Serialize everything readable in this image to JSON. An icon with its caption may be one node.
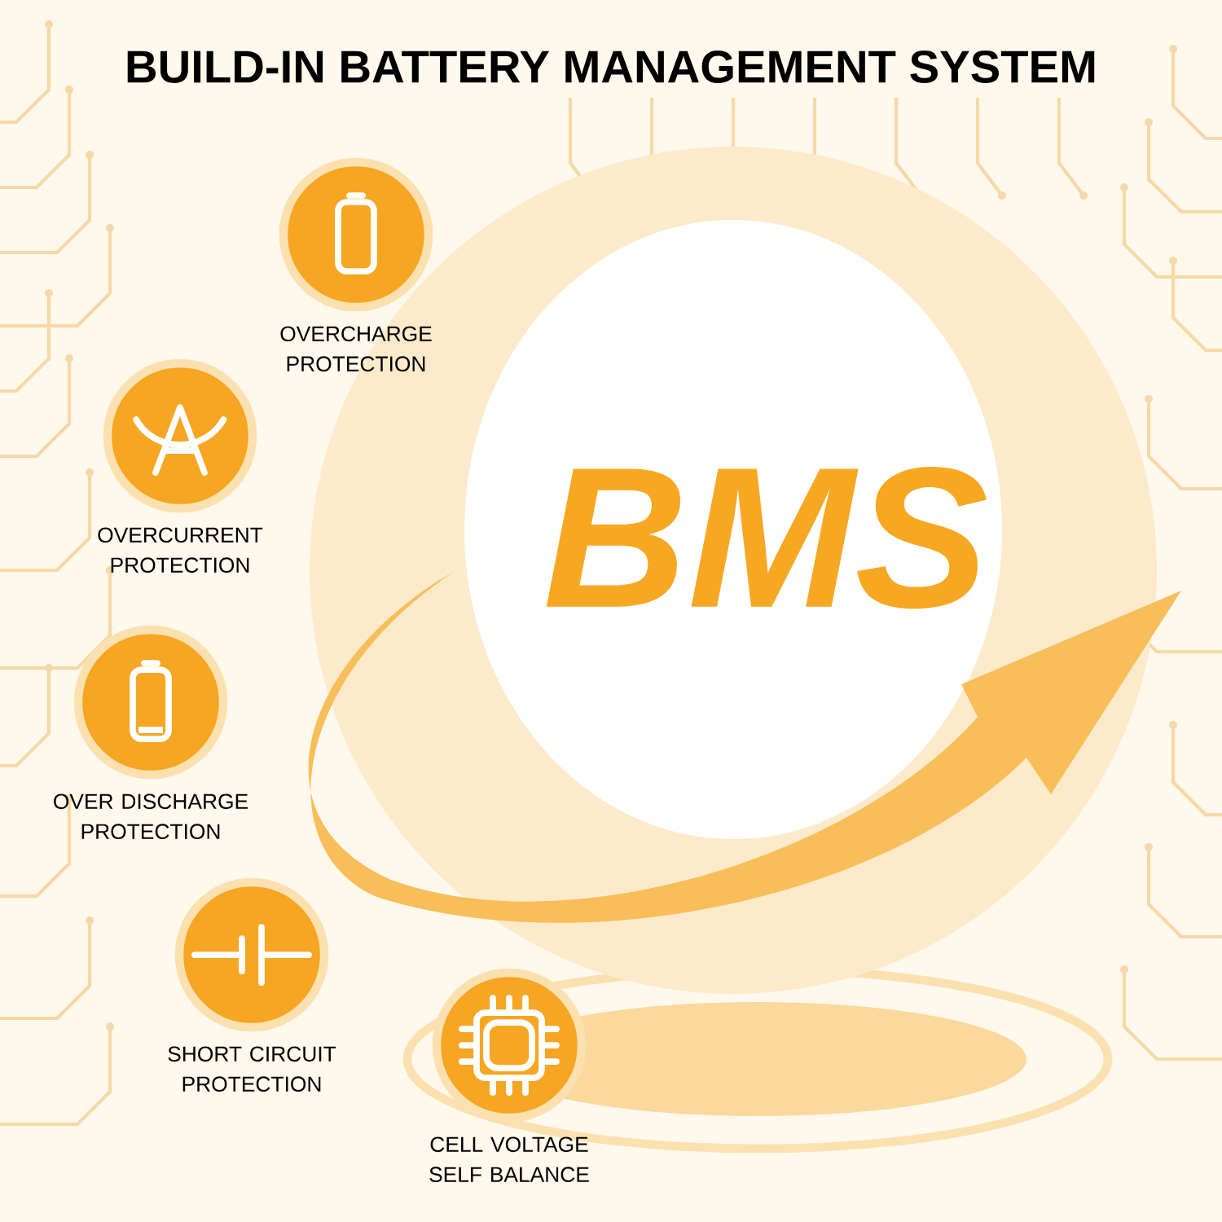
{
  "diagram": {
    "title": "BUILD-IN BATTERY MANAGEMENT SYSTEM",
    "nodes": [
      {
        "text": [
          "OVERCHARGE PROTECTION"
        ]
      },
      {
        "text": [
          "OVERCURRENT PROTECTION"
        ]
      },
      {
        "text": [
          "OVER DISCHARGE PROTECTION"
        ]
      },
      {
        "text": [
          "SHORT CIRCUIT PROTECTION"
        ]
      },
      {
        "text": [
          "CELL VOLTAGE SELF BALANCE"
        ]
      }
    ],
    "labels": [
      "BMS"
    ]
  }
}
